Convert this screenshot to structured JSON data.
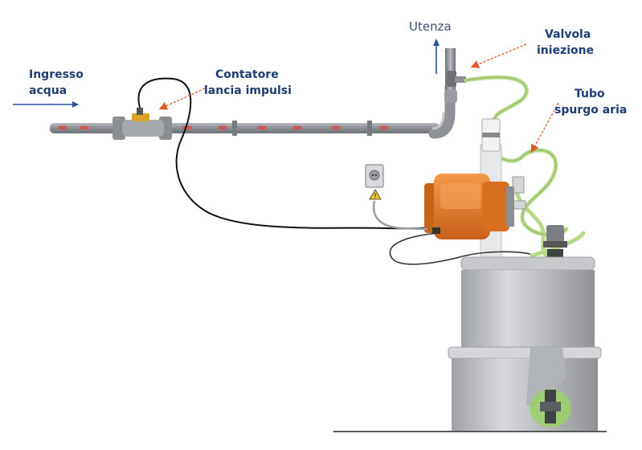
{
  "labels": {
    "ingresso_line1": "Ingresso",
    "ingresso_line2": "acqua",
    "contatore_line1": "Contatore",
    "contatore_line2": "lancia impulsi",
    "utenza": "Utenza",
    "valvola_line1": "Valvola",
    "valvola_line2": "iniezione",
    "tubo_line1": "Tubo",
    "tubo_line2": "spurgo aria"
  },
  "colors": {
    "label_text": "#1f3f73",
    "pointer_arrow": "#e05a2a",
    "flow_arrow": "#2b4f9a",
    "pipe": "#8c8f93",
    "pump_body": "#e87b2a",
    "tank": "#c9cbce",
    "hose": "#b8d98a"
  },
  "icons": {
    "warning": "warning-triangle-icon",
    "socket": "power-socket-icon"
  }
}
